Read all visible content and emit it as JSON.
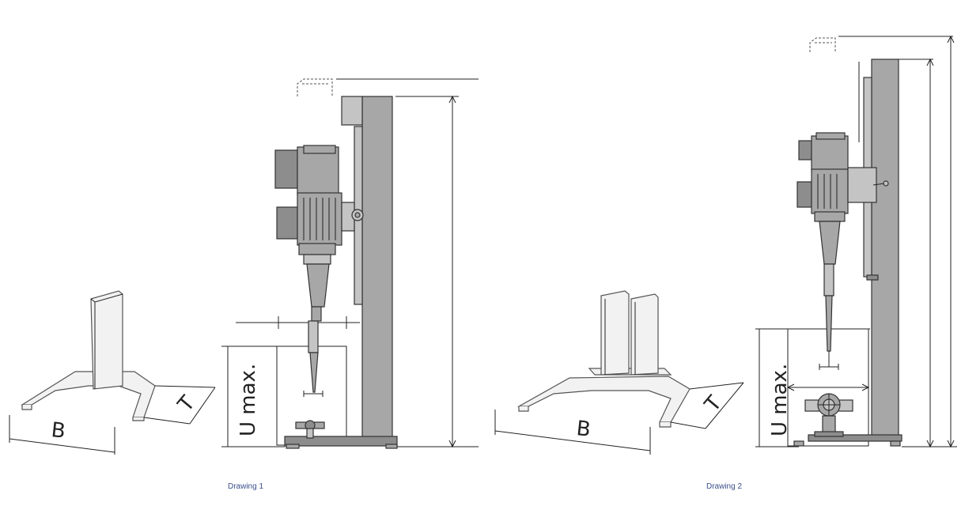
{
  "drawing1": {
    "caption": "Drawing 1",
    "label_b": "B",
    "label_t": "T",
    "label_u": "U max."
  },
  "drawing2": {
    "caption": "Drawing 2",
    "label_b": "B",
    "label_t": "T",
    "label_u": "U max."
  },
  "colors": {
    "metal": "#a7a7a7",
    "metal_light": "#c4c4c4",
    "metal_dark": "#8d8d8d",
    "line": "#222222",
    "caption": "#3a4f8a"
  }
}
